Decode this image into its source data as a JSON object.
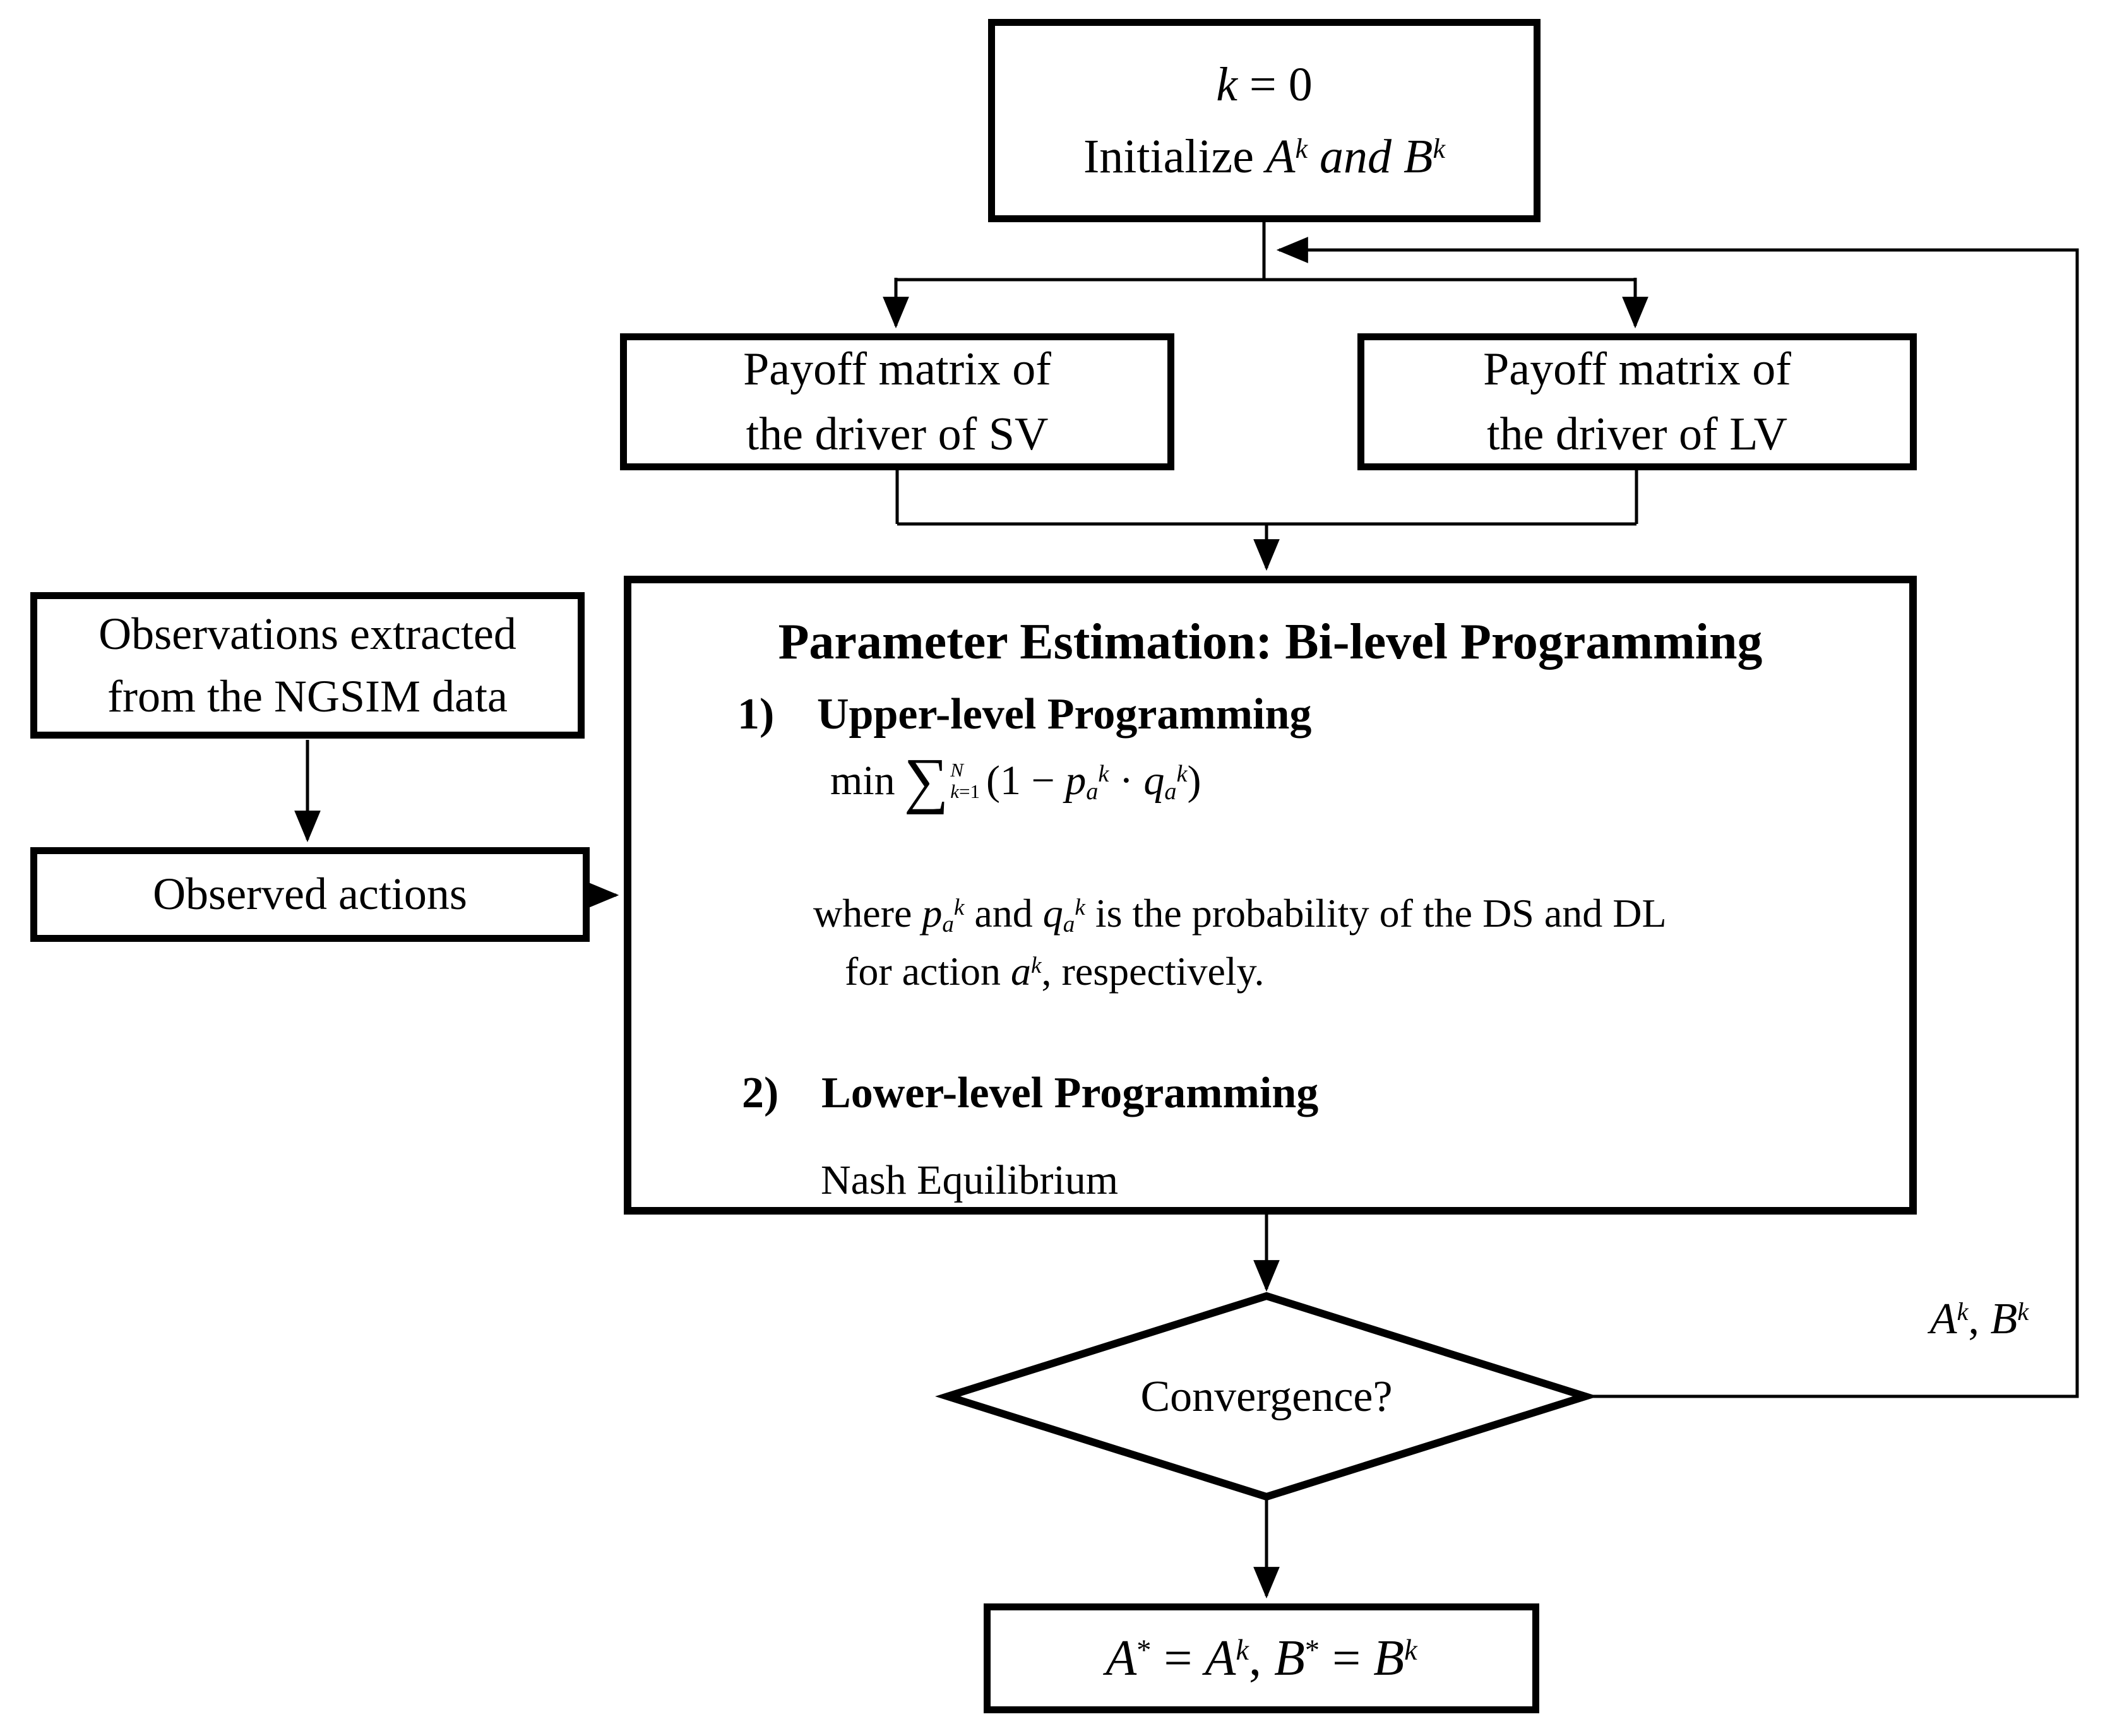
{
  "colors": {
    "ink": "#000000",
    "paper": "#ffffff"
  },
  "nodes": {
    "start": {
      "line1": [
        [
          "k",
          "i"
        ],
        [
          " = 0",
          ""
        ]
      ],
      "line2": [
        [
          "Initialize ",
          ""
        ],
        [
          "A",
          "i"
        ],
        [
          "k",
          "i sup"
        ],
        [
          " ",
          ""
        ],
        [
          "and",
          "i"
        ],
        [
          " ",
          ""
        ],
        [
          "B",
          "i"
        ],
        [
          "k",
          "i sup"
        ]
      ]
    },
    "payoff_sv": {
      "line1": "Payoff matrix of",
      "line2": "the driver of SV"
    },
    "payoff_lv": {
      "line1": "Payoff matrix of",
      "line2": "the driver of LV"
    },
    "observations": {
      "line1": "Observations extracted",
      "line2": "from the NGSIM data"
    },
    "observed_actions": {
      "label": "Observed actions"
    },
    "param": {
      "title": "Parameter Estimation: Bi-level Programming",
      "item1_num": "1)",
      "item1_label": "Upper-level Programming",
      "formula": {
        "min": "min",
        "sigma": "∑",
        "sum_top": "N",
        "sum_bot": [
          [
            "k",
            "i"
          ],
          [
            "=1",
            ""
          ]
        ],
        "body": [
          [
            "(1 − ",
            ""
          ],
          [
            "p",
            "i"
          ],
          [
            "a",
            "i sub"
          ],
          [
            "k",
            "i sup"
          ],
          [
            " · ",
            ""
          ],
          [
            "q",
            "i"
          ],
          [
            "a",
            "i sub"
          ],
          [
            "k",
            "i sup"
          ],
          [
            ")",
            ""
          ]
        ]
      },
      "where_line1": [
        [
          "where ",
          ""
        ],
        [
          "p",
          "i"
        ],
        [
          "a",
          "i sub"
        ],
        [
          "k",
          "i sup"
        ],
        [
          " and ",
          ""
        ],
        [
          "q",
          "i"
        ],
        [
          "a",
          "i sub"
        ],
        [
          "k",
          "i sup"
        ],
        [
          " is the probability of the DS and DL",
          ""
        ]
      ],
      "where_line2": [
        [
          "for action ",
          ""
        ],
        [
          "a",
          "i"
        ],
        [
          "k",
          "i sup"
        ],
        [
          ", respectively.",
          ""
        ]
      ],
      "item2_num": "2)",
      "item2_label": "Lower-level Programming",
      "nash": "Nash Equilibrium"
    },
    "convergence": {
      "label": "Convergence?"
    },
    "result": {
      "line": [
        [
          "A",
          "i"
        ],
        [
          "*",
          "sup"
        ],
        [
          " = ",
          ""
        ],
        [
          "A",
          "i"
        ],
        [
          "k",
          "i sup"
        ],
        [
          ", ",
          ""
        ],
        [
          "B",
          "i"
        ],
        [
          "*",
          "sup"
        ],
        [
          " = ",
          ""
        ],
        [
          "B",
          "i"
        ],
        [
          "k",
          "i sup"
        ]
      ]
    },
    "feedback": {
      "label": [
        [
          "A",
          "i"
        ],
        [
          "k",
          "i sup"
        ],
        [
          ", ",
          ""
        ],
        [
          "B",
          "i"
        ],
        [
          "k",
          "i sup"
        ]
      ]
    }
  }
}
